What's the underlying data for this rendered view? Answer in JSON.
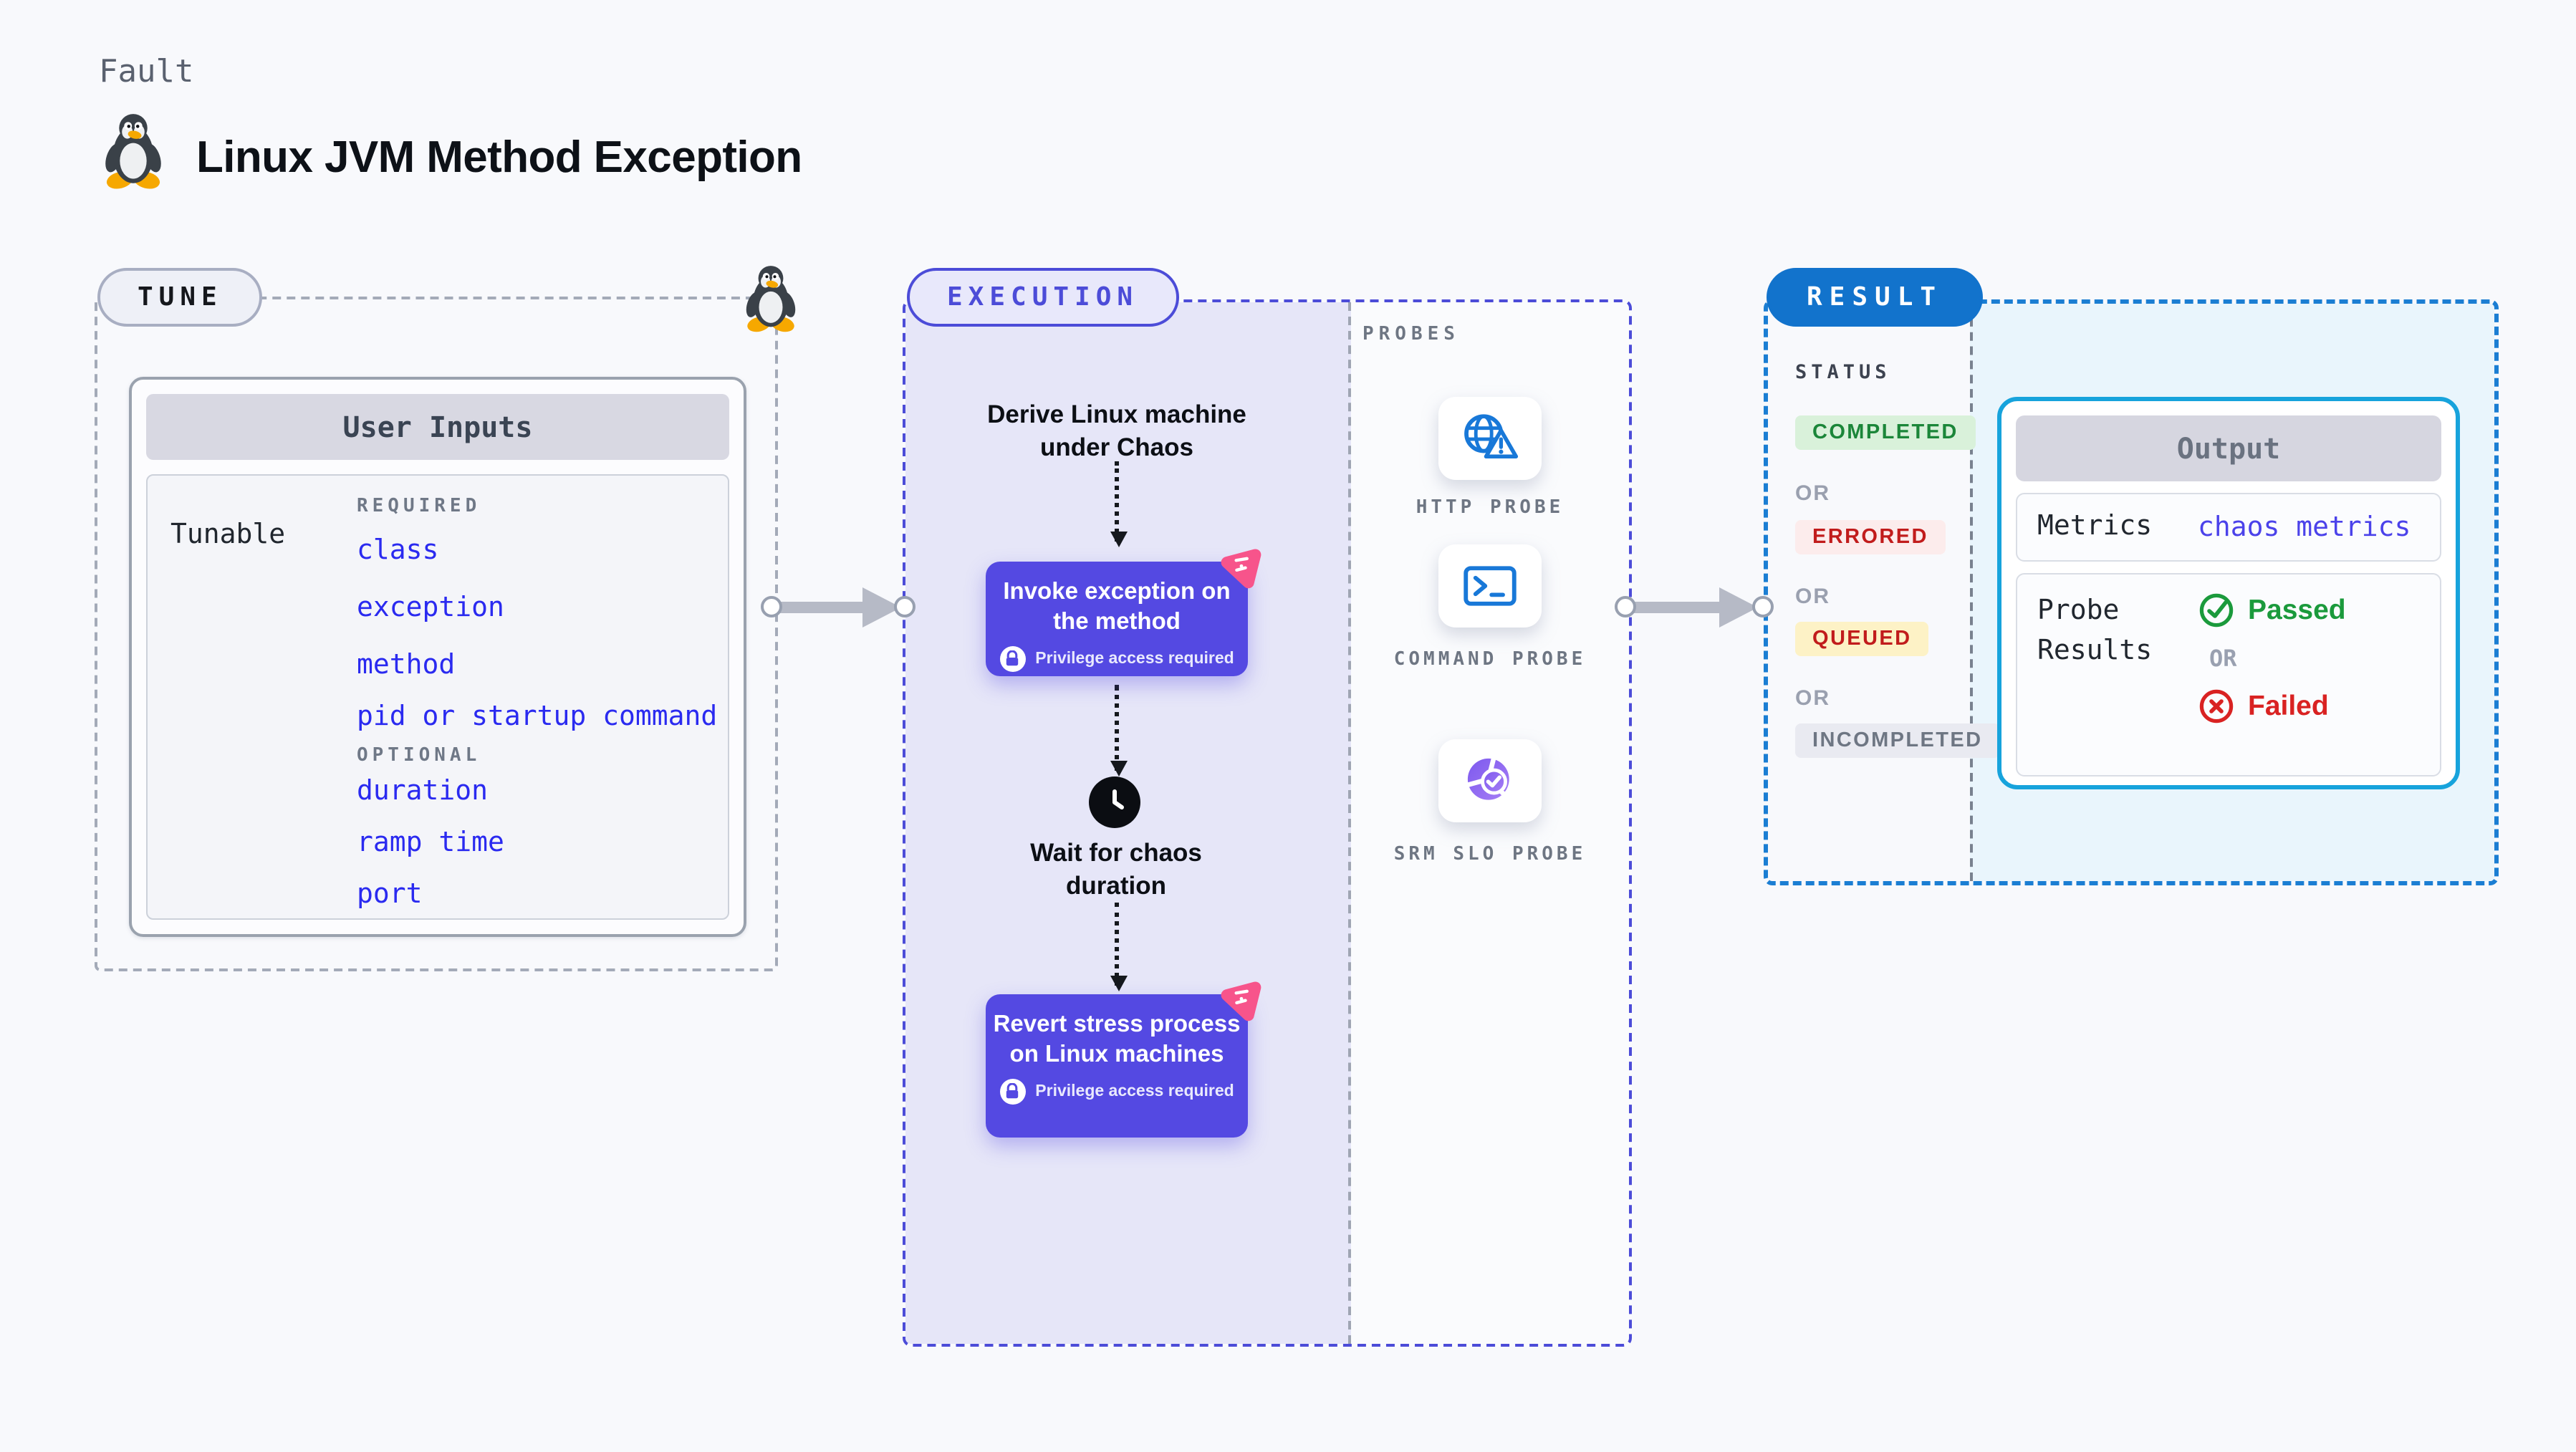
{
  "header": {
    "kicker": "Fault",
    "title": "Linux JVM Method Exception",
    "icon": "tux-penguin-icon"
  },
  "tune": {
    "badge": "TUNE",
    "card_title": "User Inputs",
    "row_label": "Tunable",
    "required_label": "REQUIRED",
    "required_items": [
      "class",
      "exception",
      "method",
      "pid or startup command"
    ],
    "optional_label": "OPTIONAL",
    "optional_items": [
      "duration",
      "ramp time",
      "port"
    ]
  },
  "execution": {
    "badge": "EXECUTION",
    "step1": "Derive Linux machine under Chaos",
    "step2": "Invoke exception on the method",
    "step2_note": "Privilege access required",
    "step3": "Wait for chaos duration",
    "step4": "Revert stress process on Linux machines",
    "step4_note": "Privilege access required"
  },
  "probes": {
    "label": "PROBES",
    "items": [
      {
        "name": "HTTP PROBE",
        "icon": "globe-alert-icon"
      },
      {
        "name": "COMMAND PROBE",
        "icon": "terminal-icon"
      },
      {
        "name": "SRM SLO PROBE",
        "icon": "slo-donut-icon"
      }
    ]
  },
  "result": {
    "badge": "RESULT",
    "status_label": "STATUS",
    "or_label": "OR",
    "statuses": [
      {
        "label": "COMPLETED"
      },
      {
        "label": "ERRORED"
      },
      {
        "label": "QUEUED"
      },
      {
        "label": "INCOMPLETED"
      }
    ],
    "output": {
      "title": "Output",
      "metrics_label": "Metrics",
      "metrics_value": "chaos metrics",
      "probe_results_label": "Probe Results",
      "passed_label": "Passed",
      "or_label": "OR",
      "failed_label": "Failed"
    }
  },
  "colors": {
    "accent_purple": "#5449e2",
    "exec_border": "#4c4cd8",
    "result_blue": "#1273cc",
    "output_border": "#17a3dc",
    "link_blue": "#2a2af0",
    "chaos_pink": "#f7548b",
    "passed_green": "#1b9a3c",
    "failed_red": "#d92222",
    "completed_green": "#1b8639",
    "errored_red": "#c11c1c"
  }
}
